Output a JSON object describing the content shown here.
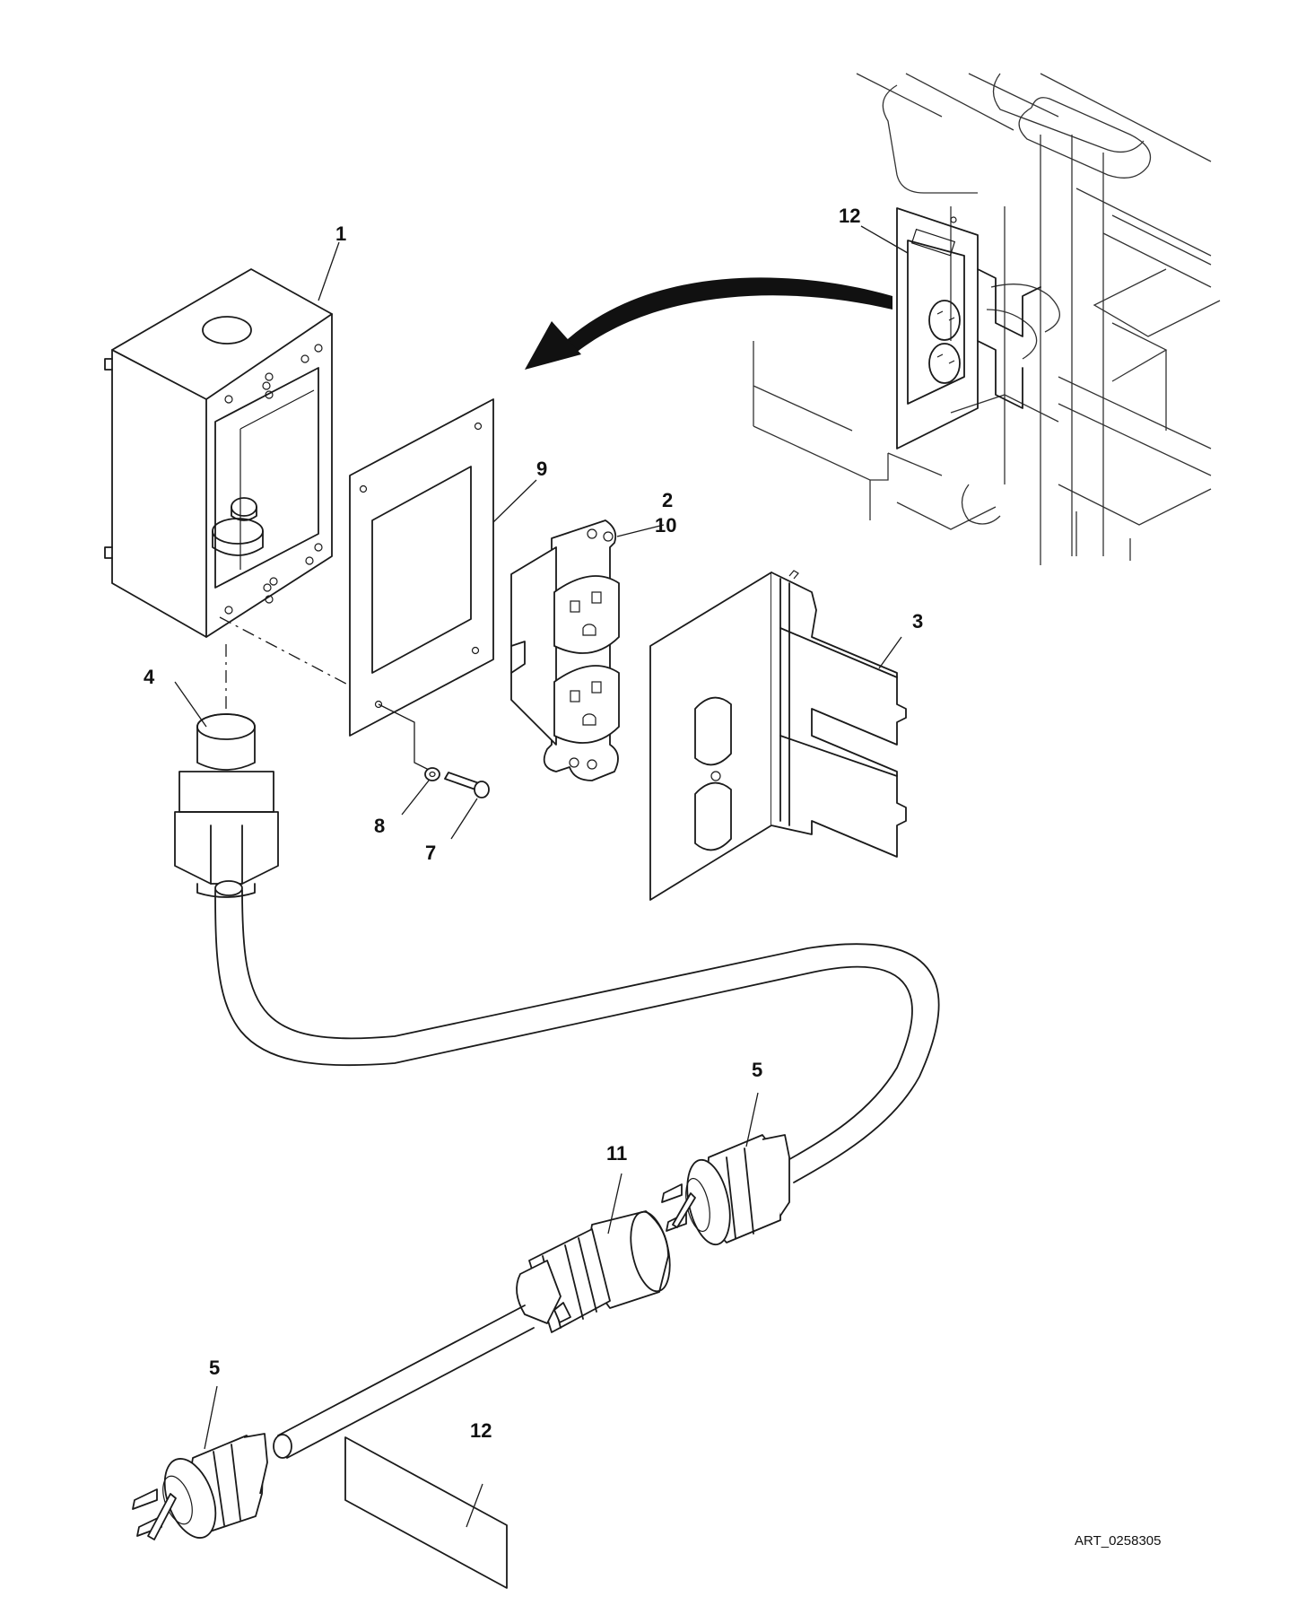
{
  "diagram": {
    "art_number": "ART_0258305",
    "callouts": [
      {
        "id": "c1",
        "text": "1"
      },
      {
        "id": "c2",
        "text": "2"
      },
      {
        "id": "c10",
        "text": "10"
      },
      {
        "id": "c3",
        "text": "3"
      },
      {
        "id": "c4",
        "text": "4"
      },
      {
        "id": "c5a",
        "text": "5"
      },
      {
        "id": "c5b",
        "text": "5"
      },
      {
        "id": "c7",
        "text": "7"
      },
      {
        "id": "c8",
        "text": "8"
      },
      {
        "id": "c9",
        "text": "9"
      },
      {
        "id": "c11",
        "text": "11"
      },
      {
        "id": "c12a",
        "text": "12"
      },
      {
        "id": "c12b",
        "text": "12"
      }
    ]
  }
}
